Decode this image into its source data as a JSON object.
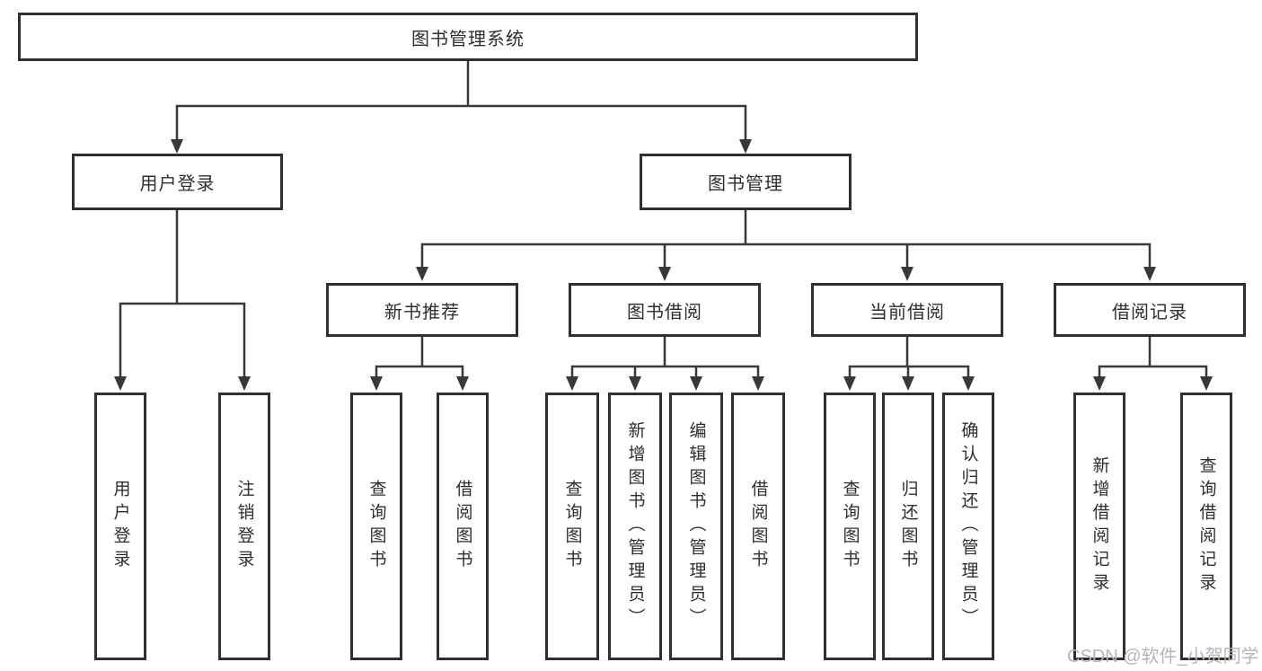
{
  "diagram": {
    "root": {
      "label": "图书管理系统"
    },
    "level2": [
      {
        "id": "user-login",
        "label": "用户登录"
      },
      {
        "id": "book-management",
        "label": "图书管理"
      }
    ],
    "level3": [
      {
        "id": "new-book-recommend",
        "label": "新书推荐"
      },
      {
        "id": "book-borrow",
        "label": "图书借阅"
      },
      {
        "id": "current-borrow",
        "label": "当前借阅"
      },
      {
        "id": "borrow-records",
        "label": "借阅记录"
      }
    ],
    "level4": {
      "userLogin": [
        {
          "label": "用户登录"
        },
        {
          "label": "注销登录"
        }
      ],
      "newBookRecommend": [
        {
          "label": "查询图书"
        },
        {
          "label": "借阅图书"
        }
      ],
      "bookBorrow": [
        {
          "label": "查询图书"
        },
        {
          "label": "新增图书（管理员）"
        },
        {
          "label": "编辑图书（管理员）"
        },
        {
          "label": "借阅图书"
        }
      ],
      "currentBorrow": [
        {
          "label": "查询图书"
        },
        {
          "label": "归还图书"
        },
        {
          "label": "确认归还（管理员）"
        }
      ],
      "borrowRecords": [
        {
          "label": "新增借阅记录"
        },
        {
          "label": "查询借阅记录"
        }
      ]
    }
  },
  "watermark": "CSDN @软件_小贺同学",
  "colors": {
    "line": "#383838",
    "border": "#2f2f2f",
    "text": "#2e2e2e",
    "watermark": "#b3b7bb",
    "background": "#ffffff"
  }
}
